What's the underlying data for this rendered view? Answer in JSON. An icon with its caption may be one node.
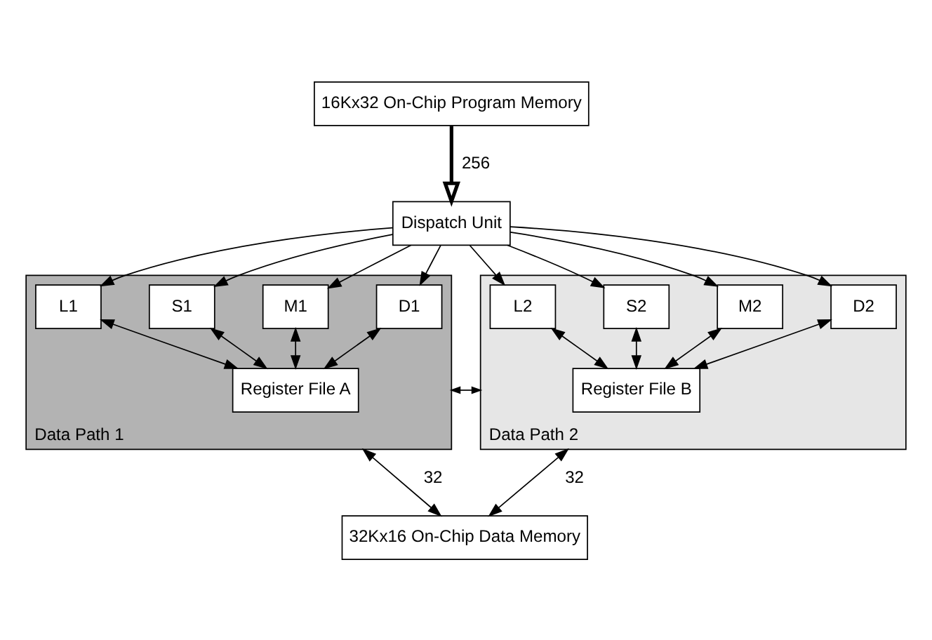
{
  "diagram": {
    "nodes": [
      {
        "text": [
          "16Kx32 On-Chip Program Memory"
        ]
      },
      {
        "text": [
          "Dispatch Unit"
        ]
      },
      {
        "text": [
          "Data Path 1"
        ]
      },
      {
        "text": [
          "L1"
        ],
        "in": 2
      },
      {
        "text": [
          "S1"
        ],
        "in": 2
      },
      {
        "text": [
          "M1"
        ],
        "in": 2
      },
      {
        "text": [
          "D1"
        ],
        "in": 2
      },
      {
        "text": [
          "Register File A"
        ],
        "in": 2
      },
      {
        "text": [
          "Data Path 2"
        ]
      },
      {
        "text": [
          "L2"
        ],
        "in": 8
      },
      {
        "text": [
          "S2"
        ],
        "in": 8
      },
      {
        "text": [
          "M2"
        ],
        "in": 8
      },
      {
        "text": [
          "D2"
        ],
        "in": 8
      },
      {
        "text": [
          "Register File B"
        ],
        "in": 8
      },
      {
        "text": [
          "32Kx16 On-Chip Data Memory"
        ]
      }
    ],
    "edges": [
      {
        "from": 0,
        "to": 1,
        "arrow": "to",
        "label": "256",
        "style": "thick"
      },
      {
        "from": 1,
        "to": 3,
        "arrow": "to"
      },
      {
        "from": 1,
        "to": 4,
        "arrow": "to"
      },
      {
        "from": 1,
        "to": 5,
        "arrow": "to"
      },
      {
        "from": 1,
        "to": 6,
        "arrow": "to"
      },
      {
        "from": 1,
        "to": 9,
        "arrow": "to"
      },
      {
        "from": 1,
        "to": 10,
        "arrow": "to"
      },
      {
        "from": 1,
        "to": 11,
        "arrow": "to"
      },
      {
        "from": 1,
        "to": 12,
        "arrow": "to"
      },
      {
        "from": 3,
        "to": 7,
        "arrow": "both"
      },
      {
        "from": 4,
        "to": 7,
        "arrow": "both"
      },
      {
        "from": 5,
        "to": 7,
        "arrow": "both"
      },
      {
        "from": 6,
        "to": 7,
        "arrow": "both"
      },
      {
        "from": 9,
        "to": 13,
        "arrow": "both"
      },
      {
        "from": 10,
        "to": 13,
        "arrow": "both"
      },
      {
        "from": 11,
        "to": 13,
        "arrow": "both"
      },
      {
        "from": 12,
        "to": 13,
        "arrow": "both"
      },
      {
        "from": 2,
        "to": 8,
        "arrow": "both"
      },
      {
        "from": 2,
        "to": 14,
        "arrow": "both",
        "label": "32"
      },
      {
        "from": 8,
        "to": 14,
        "arrow": "both",
        "label": "32"
      }
    ]
  }
}
